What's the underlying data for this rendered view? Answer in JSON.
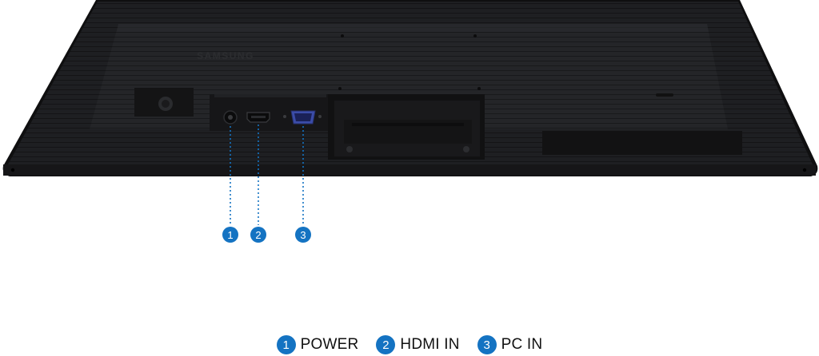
{
  "product": {
    "brand_logo": "SAMSUNG",
    "accent_color": "#1473c2",
    "body_color": "#1c1c1e"
  },
  "ports": [
    {
      "number": "1",
      "label": "POWER",
      "icon": "dc-power-jack-icon"
    },
    {
      "number": "2",
      "label": "HDMI IN",
      "icon": "hdmi-port-icon"
    },
    {
      "number": "3",
      "label": "PC IN",
      "icon": "vga-port-icon"
    }
  ]
}
